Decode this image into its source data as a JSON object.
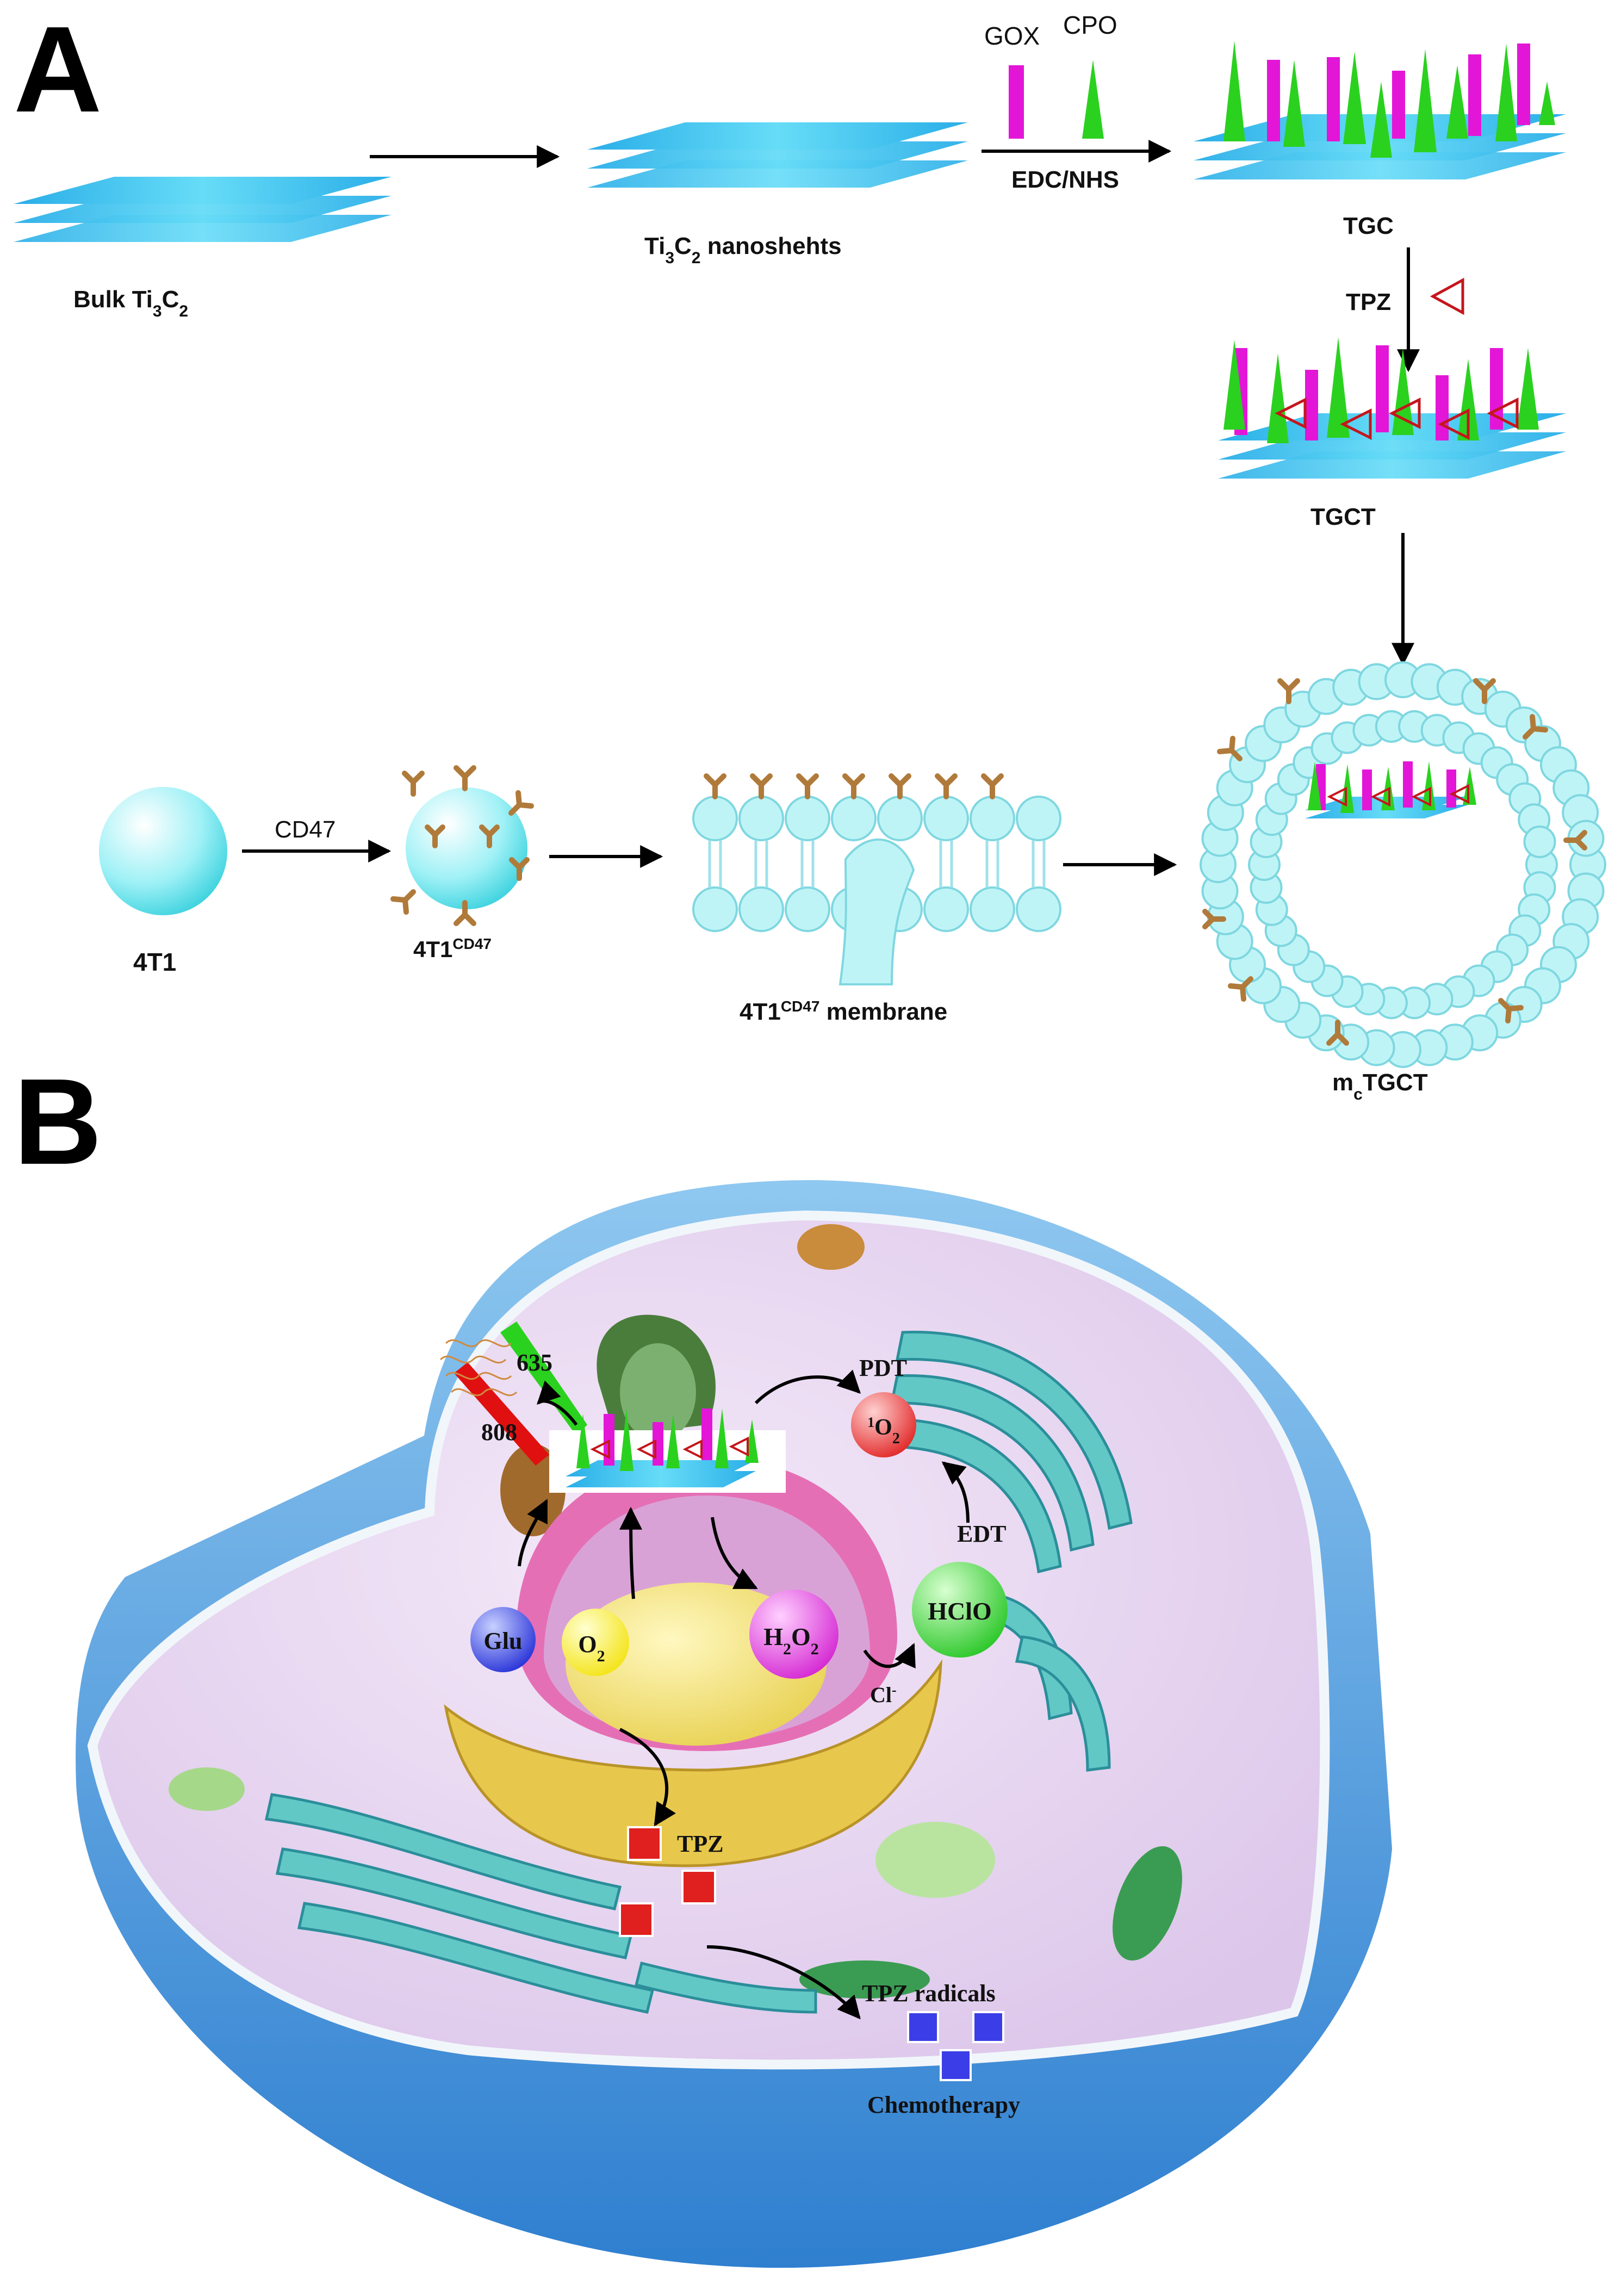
{
  "panel_a": {
    "letter": "A",
    "labels": {
      "bulk": "Bulk Ti",
      "bulk_sub1": "3",
      "bulk_c": "C",
      "bulk_sub2": "2",
      "nanosheets": "Ti",
      "nano_sub1": "3",
      "nano_c": "C",
      "nano_sub2": "2",
      "nano_rest": " nanoshehts",
      "gox": "GOX",
      "cpo": "CPO",
      "edc": "EDC/NHS",
      "tgc": "TGC",
      "tpz": "TPZ",
      "tgct": "TGCT",
      "cell": "4T1",
      "cd47": "CD47",
      "cell_cd47": "4T1",
      "cell_cd47_sup": "CD47",
      "membrane": "4T1",
      "membrane_sup": "CD47",
      "membrane_rest": " membrane",
      "final": "m",
      "final_sub": "c",
      "final_rest": "TGCT"
    }
  },
  "panel_b": {
    "letter": "B",
    "labels": {
      "l635": "635",
      "l808": "808",
      "pdt": "PDT",
      "o2_single": "O",
      "o2_single_sup": "1",
      "o2_single_sub": "2",
      "edt": "EDT",
      "hclo": "HClO",
      "glu": "Glu",
      "o2": "O",
      "o2_sub": "2",
      "h2o2_a": "H",
      "h2o2_sub1": "2",
      "h2o2_b": "O",
      "h2o2_sub2": "2",
      "cl": "Cl",
      "cl_sup": "-",
      "tpz": "TPZ",
      "tpz_radicals": "TPZ radicals",
      "chemo": "Chemotherapy"
    }
  },
  "colors": {
    "sheet": "#3fc4ef",
    "gox": "#e316d8",
    "cpo": "#2bd11f",
    "tpz": "#c4161c",
    "antibody": "#b07a3a",
    "cell_fill": "#bff4f6",
    "cell_outline": "#7fd7e0"
  }
}
